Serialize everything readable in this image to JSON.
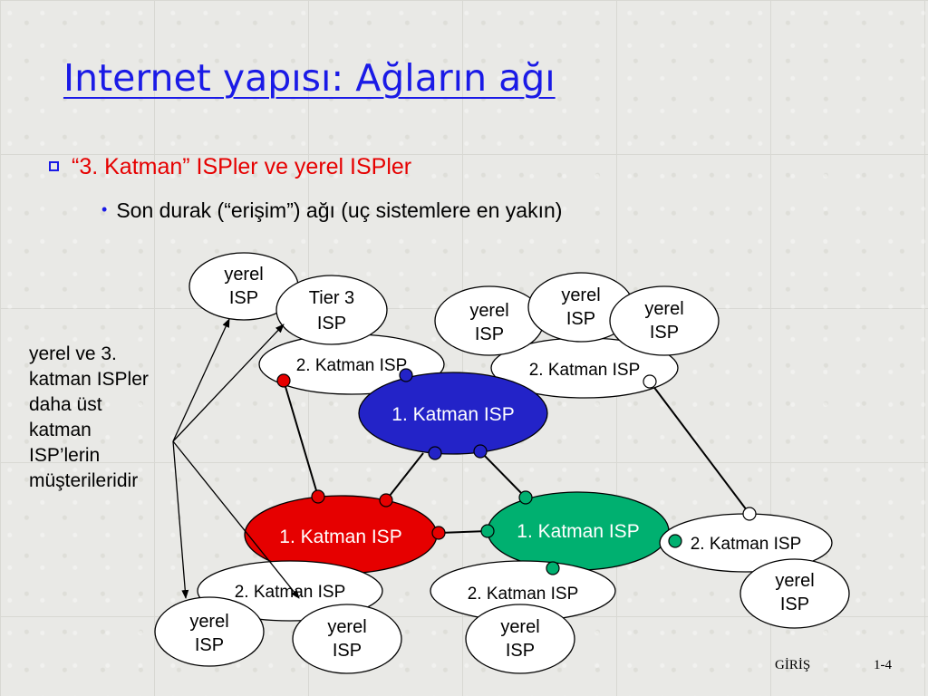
{
  "slide": {
    "title": "Internet yapısı: Ağların ağı",
    "bullet": "“3. Katman” ISPler ve  yerel ISPler",
    "sub_bullet": "Son durak (“erişim”) ağı (uç sistemlere en yakın)",
    "annotation_lines": [
      "yerel ve 3.",
      "katman ISPler",
      "daha üst",
      "katman",
      "ISP’lerin",
      "müşterileridir"
    ],
    "footer_left": "GİRİŞ",
    "footer_right": "1-4"
  },
  "colors": {
    "title": "#1a1ae6",
    "bullet": "#e60000",
    "tier1_blue": "#2323c8",
    "tier1_red": "#e60000",
    "tier1_green": "#00b070",
    "white": "#ffffff"
  },
  "diagram": {
    "nodes": [
      {
        "id": "t2_top_left",
        "label_lines": [
          "2. Katman ISP"
        ],
        "fill": "white"
      },
      {
        "id": "t2_top_right",
        "label_lines": [
          "2. Katman ISP"
        ],
        "fill": "white"
      },
      {
        "id": "t1_blue",
        "label_lines": [
          "1. Katman ISP"
        ],
        "fill": "tier1_blue"
      },
      {
        "id": "t1_red",
        "label_lines": [
          "1. Katman ISP"
        ],
        "fill": "tier1_red"
      },
      {
        "id": "t1_green",
        "label_lines": [
          "1. Katman ISP"
        ],
        "fill": "tier1_green"
      },
      {
        "id": "t2_bottom_right",
        "label_lines": [
          "2. Katman ISP"
        ],
        "fill": "white"
      },
      {
        "id": "t2_bottom_left",
        "label_lines": [
          "2. Katman ISP"
        ],
        "fill": "white"
      },
      {
        "id": "t2_bottom_mid",
        "label_lines": [
          "2. Katman ISP"
        ],
        "fill": "white"
      },
      {
        "id": "local_top_left",
        "label_lines": [
          "yerel",
          "ISP"
        ],
        "fill": "white"
      },
      {
        "id": "tier3",
        "label_lines": [
          "Tier 3",
          "ISP"
        ],
        "fill": "white"
      },
      {
        "id": "local_top_mid",
        "label_lines": [
          "yerel",
          "ISP"
        ],
        "fill": "white"
      },
      {
        "id": "local_top_center",
        "label_lines": [
          "yerel",
          "ISP"
        ],
        "fill": "white"
      },
      {
        "id": "local_top_right",
        "label_lines": [
          "yerel",
          "ISP"
        ],
        "fill": "white"
      },
      {
        "id": "local_bottom_right",
        "label_lines": [
          "yerel",
          "ISP"
        ],
        "fill": "white"
      },
      {
        "id": "local_bottom_1",
        "label_lines": [
          "yerel",
          "ISP"
        ],
        "fill": "white"
      },
      {
        "id": "local_bottom_2",
        "label_lines": [
          "yerel",
          "ISP"
        ],
        "fill": "white"
      },
      {
        "id": "local_bottom_3",
        "label_lines": [
          "yerel",
          "ISP"
        ],
        "fill": "white"
      }
    ],
    "links": [
      {
        "from": "t1_blue",
        "to": "t1_red"
      },
      {
        "from": "t1_blue",
        "to": "t1_green"
      },
      {
        "from": "t1_red",
        "to": "t1_green"
      },
      {
        "from": "t2_top_left",
        "to": "t1_red"
      },
      {
        "from": "t2_top_right",
        "to": "t2_bottom_right"
      }
    ]
  }
}
